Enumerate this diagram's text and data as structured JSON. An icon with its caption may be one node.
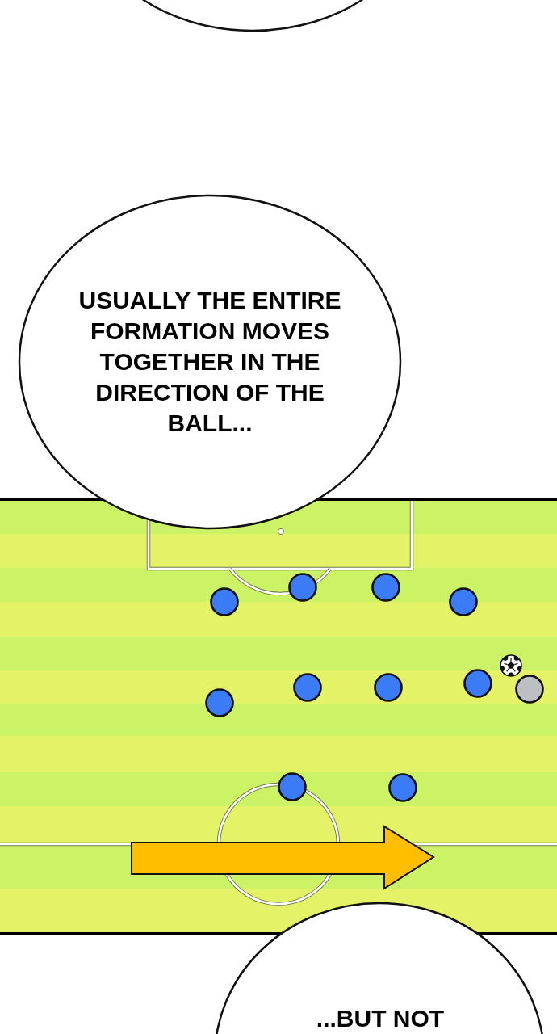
{
  "diagram": {
    "nodes": [
      {
        "text": [],
        "shape": "ellipse"
      },
      {
        "text": [
          "USUALLY THE ENTIRE FORMATION MOVES TOGETHER IN THE DIRECTION OF THE BALL..."
        ]
      },
      {
        "text": [
          "...BUT NOT"
        ]
      }
    ]
  }
}
